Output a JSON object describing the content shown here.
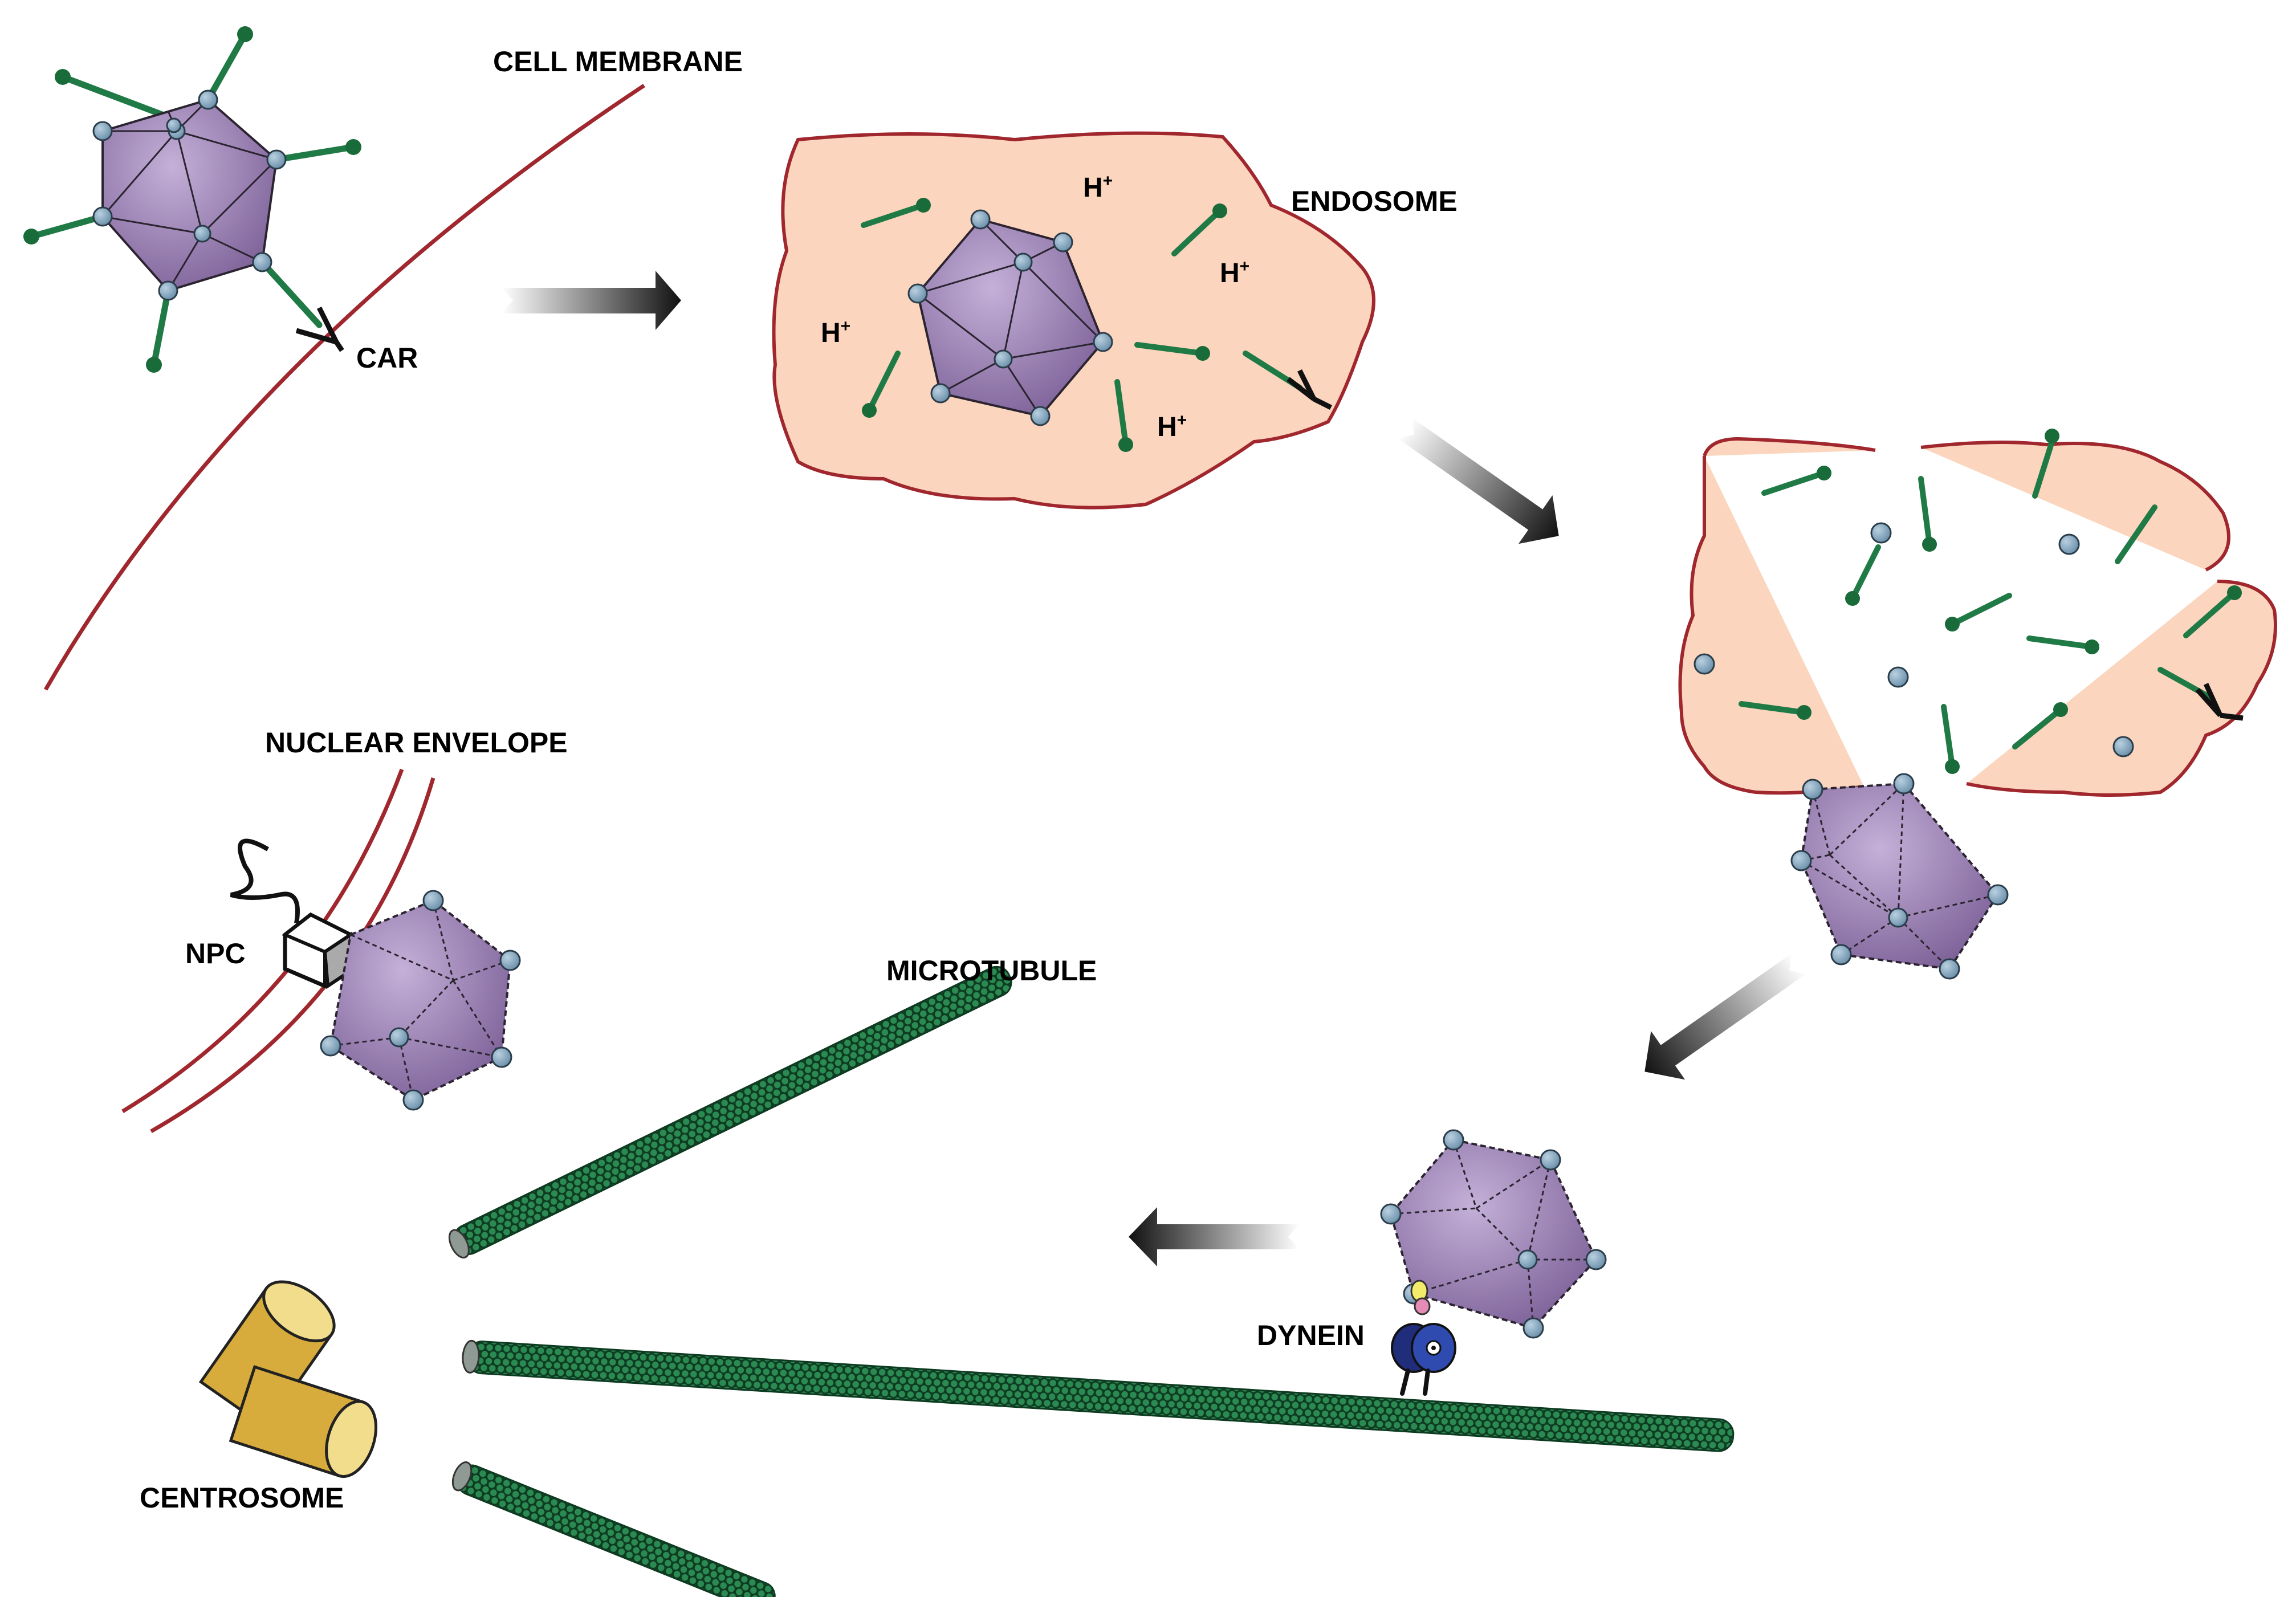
{
  "labels": {
    "cell_membrane": "CELL MEMBRANE",
    "car": "CAR",
    "endosome": "ENDOSOME",
    "nuclear_envelope": "NUCLEAR ENVELOPE",
    "npc": "NPC",
    "microtubule": "MICROTUBULE",
    "dynein": "DYNEIN",
    "centrosome": "CENTROSOME",
    "proton": "H",
    "proton_charge": "+"
  },
  "colors": {
    "membrane": "#a0272d",
    "capsid_fill": "#9a7fb5",
    "capsid_edge": "#3a3440",
    "vertex": "#7fa1b9",
    "fiber": "#1f7a45",
    "fiber_knob": "#1a6b3a",
    "endosome_fill": "#fbd5bd",
    "microtubule": "#1f6b3c",
    "centrosome": "#d8b043",
    "dynein": "#2a3a8f",
    "arrow": "#222222"
  },
  "icons": [
    "virus-capsid-icon",
    "fiber-icon",
    "car-receptor-icon",
    "flow-arrow-icon",
    "npc-icon",
    "dynein-icon",
    "centrosome-icon",
    "microtubule-icon"
  ]
}
